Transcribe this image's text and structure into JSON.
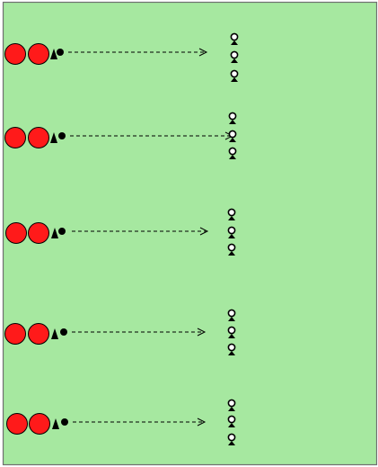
{
  "diagram": {
    "colors": {
      "field": "#a6e8a0",
      "field_border": "#707070",
      "player": "#ff1a1a",
      "outline": "#000000",
      "cone": "#000000",
      "ball": "#000000",
      "target": "#ffffff"
    },
    "lanes": [
      {
        "player_count": 2,
        "has_cone": true,
        "has_ball": true,
        "target_count": 3
      },
      {
        "player_count": 2,
        "has_cone": true,
        "has_ball": true,
        "target_count": 3
      },
      {
        "player_count": 2,
        "has_cone": true,
        "has_ball": true,
        "target_count": 3
      },
      {
        "player_count": 2,
        "has_cone": true,
        "has_ball": true,
        "target_count": 3
      },
      {
        "player_count": 2,
        "has_cone": true,
        "has_ball": true,
        "target_count": 3
      }
    ]
  }
}
